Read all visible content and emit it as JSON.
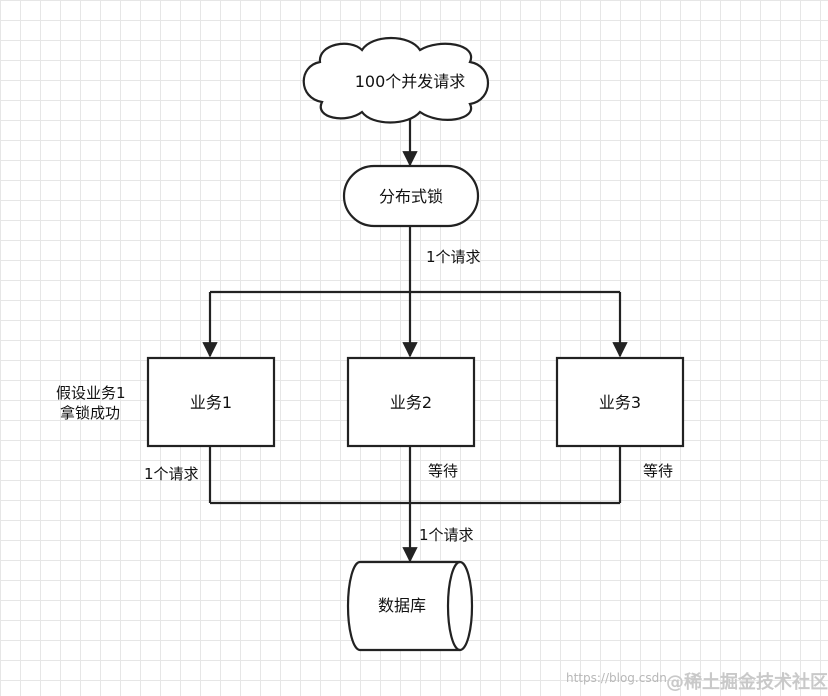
{
  "nodes": {
    "cloud": "100个并发请求",
    "lock": "分布式锁",
    "service1": "业务1",
    "service2": "业务2",
    "service3": "业务3",
    "database": "数据库"
  },
  "labels": {
    "lock_out": "1个请求",
    "assume_line1": "假设业务1",
    "assume_line2": "拿锁成功",
    "service1_out": "1个请求",
    "service2_wait": "等待",
    "service3_wait": "等待",
    "db_in": "1个请求"
  },
  "watermark": {
    "url": "https://blog.csdn",
    "brand": "@稀土掘金技术社区"
  }
}
